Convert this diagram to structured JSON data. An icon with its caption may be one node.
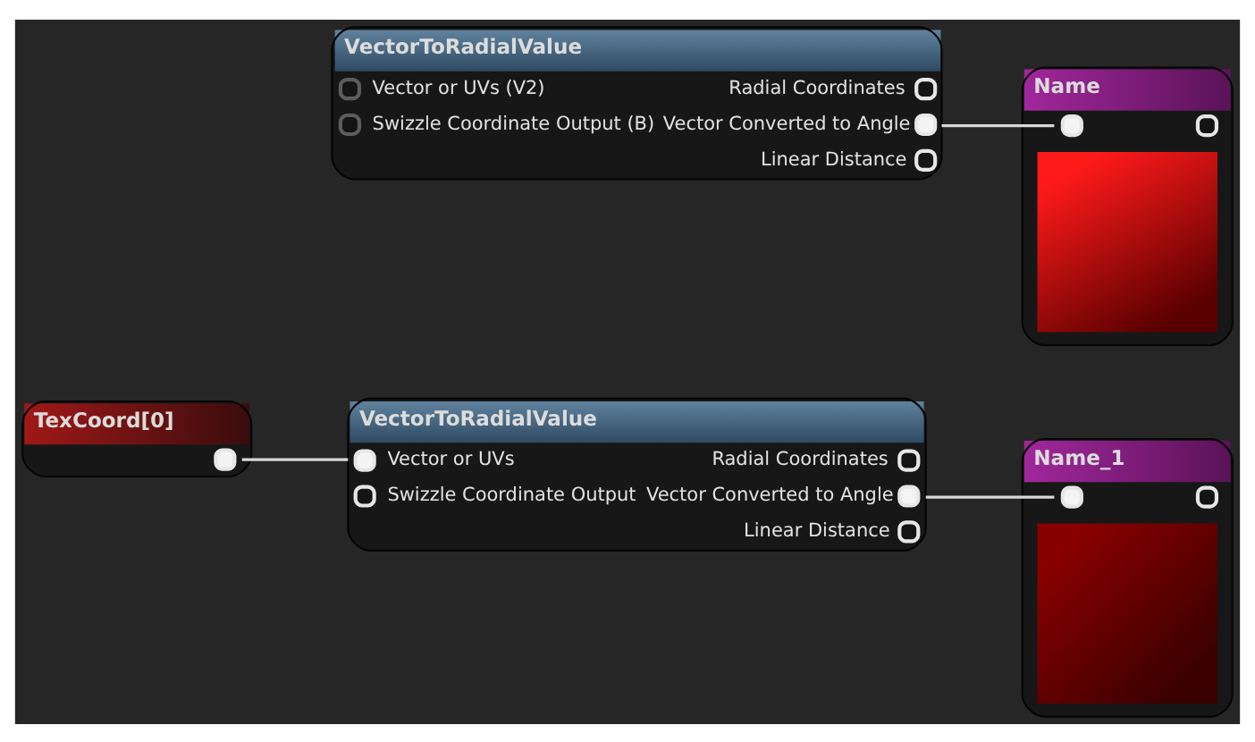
{
  "diagram": {
    "nodes": [
      {
        "text": [
          "VectorToRadialValue",
          "Vector or UVs (V2)",
          "Radial Coordinates",
          "Swizzle Coordinate Output (B)",
          "Vector Converted to Angle",
          "Linear Distance"
        ]
      },
      {
        "text": [
          "Name"
        ]
      },
      {
        "text": [
          "TexCoord[0]"
        ]
      },
      {
        "text": [
          "VectorToRadialValue",
          "Vector or UVs",
          "Radial Coordinates",
          "Swizzle Coordinate Output",
          "Vector Converted to Angle",
          "Linear Distance"
        ]
      },
      {
        "text": [
          "Name_1"
        ]
      }
    ],
    "edges": [
      {
        "from": 0,
        "to": 1,
        "arrow": "none"
      },
      {
        "from": 2,
        "to": 3,
        "arrow": "none"
      },
      {
        "from": 3,
        "to": 4,
        "arrow": "none"
      }
    ]
  }
}
